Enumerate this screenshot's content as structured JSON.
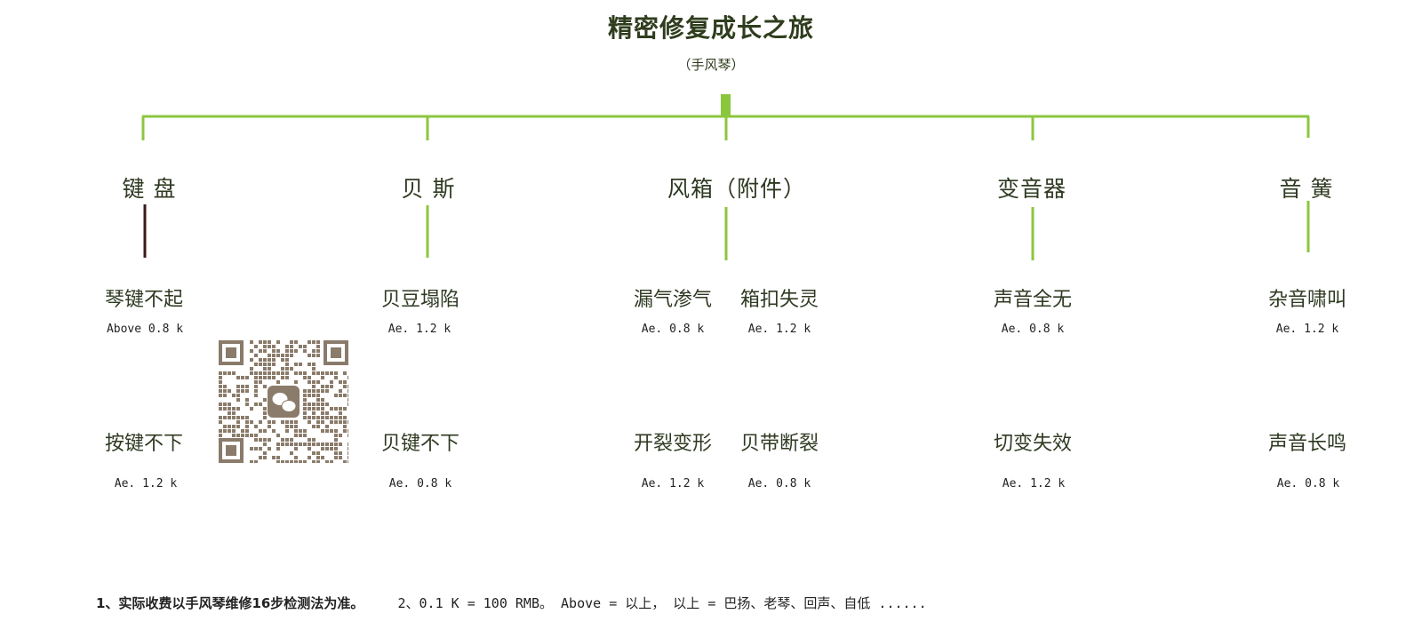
{
  "header": {
    "title": "精密修复成长之旅",
    "subtitle": "（手风琴）"
  },
  "colors": {
    "line": "#8cc63f",
    "dark_line": "#3b1a1a",
    "qr": "#8a7b6a"
  },
  "categories": [
    {
      "name": "键 盘",
      "items": [
        {
          "name": "琴键不起",
          "price": "Above 0.8 k"
        },
        {
          "name": "按键不下",
          "price": "Ae. 1.2 k"
        }
      ]
    },
    {
      "name": "贝 斯",
      "items": [
        {
          "name": "贝豆塌陷",
          "price": "Ae. 1.2 k"
        },
        {
          "name": "贝键不下",
          "price": "Ae. 0.8 k"
        }
      ]
    },
    {
      "name": "风箱（附件）",
      "items": [
        {
          "name": "漏气渗气",
          "price": "Ae. 0.8 k"
        },
        {
          "name": "箱扣失灵",
          "price": "Ae. 1.2 k"
        },
        {
          "name": "开裂变形",
          "price": "Ae. 1.2 k"
        },
        {
          "name": "贝带断裂",
          "price": "Ae. 0.8 k"
        }
      ]
    },
    {
      "name": "变音器",
      "items": [
        {
          "name": "声音全无",
          "price": "Ae. 0.8 k"
        },
        {
          "name": "切变失效",
          "price": "Ae. 1.2 k"
        }
      ]
    },
    {
      "name": "音 簧",
      "items": [
        {
          "name": "杂音啸叫",
          "price": "Ae. 1.2 k"
        },
        {
          "name": "声音长鸣",
          "price": "Ae. 0.8 k"
        }
      ]
    }
  ],
  "qr_code": {
    "icon": "wechat-icon"
  },
  "footer": {
    "note1": "1、实际收费以手风琴维修16步检测法为准。",
    "note2": "2、0.1 K = 100 RMB。 Above = 以上， 以上 = 巴扬、老琴、回声、自低 ......"
  }
}
